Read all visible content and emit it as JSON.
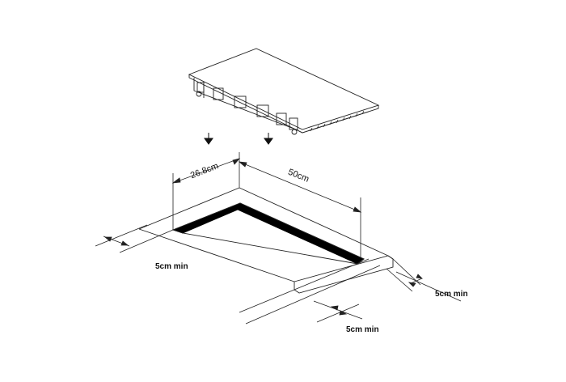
{
  "diagram": {
    "dimensions": {
      "depth": "26.8cm",
      "width": "50cm"
    },
    "clearances": {
      "left": "5cm min",
      "front": "5cm min",
      "right": "5cm min"
    },
    "colors": {
      "line": "#222222",
      "cutout_edge": "#000000",
      "background": "#ffffff"
    }
  }
}
